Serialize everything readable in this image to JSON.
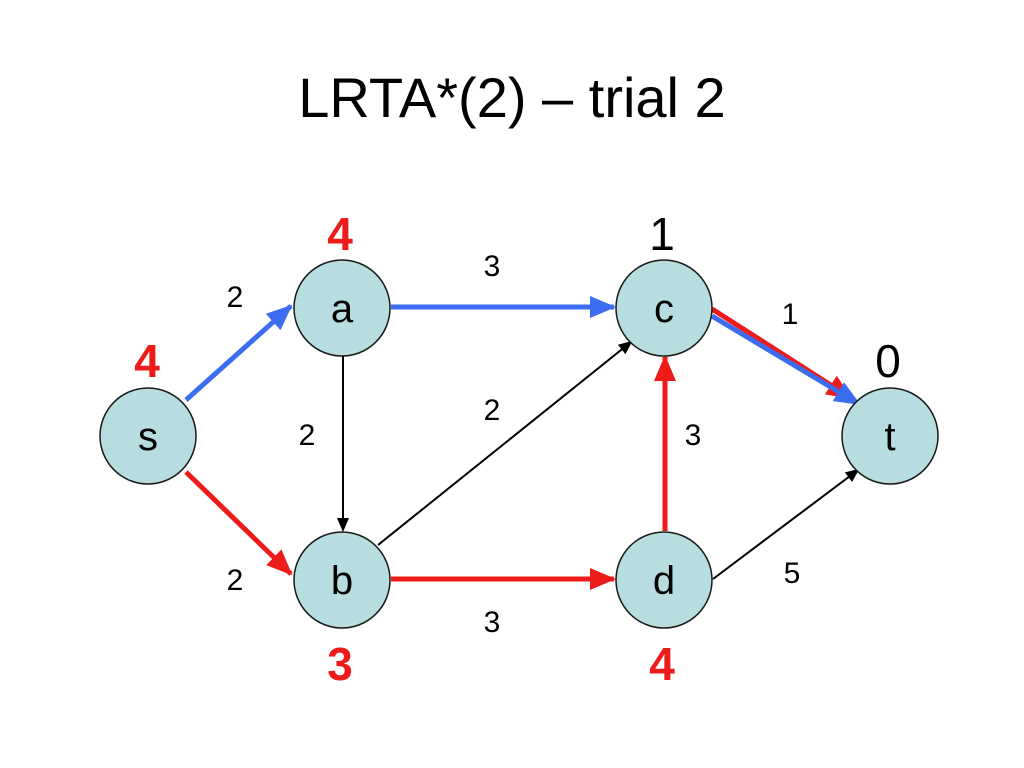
{
  "title": "LRTA*(2) – trial 2",
  "colors": {
    "node_fill": "#b7dde0",
    "blue": "#3c6cf0",
    "red": "#ee1b1b",
    "black": "#000000"
  },
  "nodes": [
    {
      "id": "s",
      "label": "s",
      "h": "4",
      "updated": true
    },
    {
      "id": "a",
      "label": "a",
      "h": "4",
      "updated": true
    },
    {
      "id": "b",
      "label": "b",
      "h": "3",
      "updated": true
    },
    {
      "id": "c",
      "label": "c",
      "h": "1",
      "updated": false
    },
    {
      "id": "d",
      "label": "d",
      "h": "4",
      "updated": true
    },
    {
      "id": "t",
      "label": "t",
      "h": "0",
      "updated": false
    }
  ],
  "edges": [
    {
      "id": "s-a",
      "from": "s",
      "to": "a",
      "weight": "2",
      "color": "blue"
    },
    {
      "id": "s-b",
      "from": "s",
      "to": "b",
      "weight": "2",
      "color": "red"
    },
    {
      "id": "a-c",
      "from": "a",
      "to": "c",
      "weight": "3",
      "color": "blue"
    },
    {
      "id": "a-b",
      "from": "a",
      "to": "b",
      "weight": "2",
      "color": "black"
    },
    {
      "id": "b-c",
      "from": "b",
      "to": "c",
      "weight": "2",
      "color": "black"
    },
    {
      "id": "b-d",
      "from": "b",
      "to": "d",
      "weight": "3",
      "color": "red"
    },
    {
      "id": "d-c",
      "from": "d",
      "to": "c",
      "weight": "3",
      "color": "red"
    },
    {
      "id": "c-t",
      "from": "c",
      "to": "t",
      "weight": "1",
      "color": "red+blue"
    },
    {
      "id": "d-t",
      "from": "d",
      "to": "t",
      "weight": "5",
      "color": "black"
    }
  ]
}
